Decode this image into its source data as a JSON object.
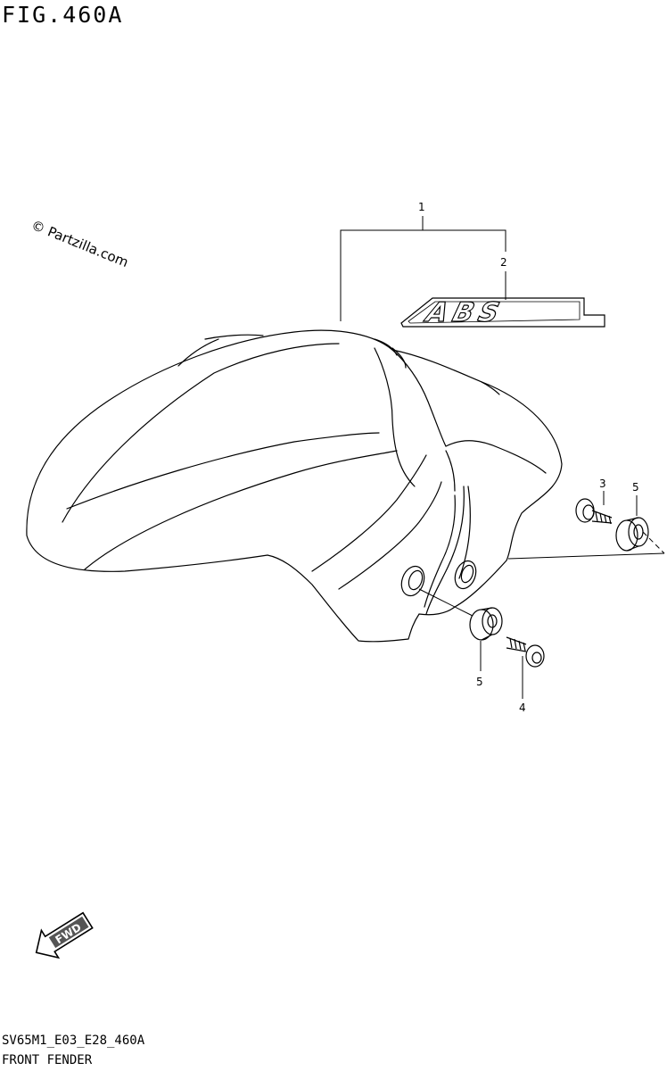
{
  "figure": {
    "title": "FIG.460A",
    "code": "SV65M1_E03_E28_460A",
    "name": "FRONT FENDER"
  },
  "watermark": "© Partzilla.com",
  "emblem_text": "ABS",
  "fwd_label": "FWD",
  "callouts": [
    {
      "number": "1",
      "part": "fender"
    },
    {
      "number": "2",
      "part": "emblem"
    },
    {
      "number": "3",
      "part": "bolt"
    },
    {
      "number": "5",
      "part": "cushion"
    },
    {
      "number": "5",
      "part": "cushion"
    },
    {
      "number": "4",
      "part": "bolt"
    }
  ]
}
